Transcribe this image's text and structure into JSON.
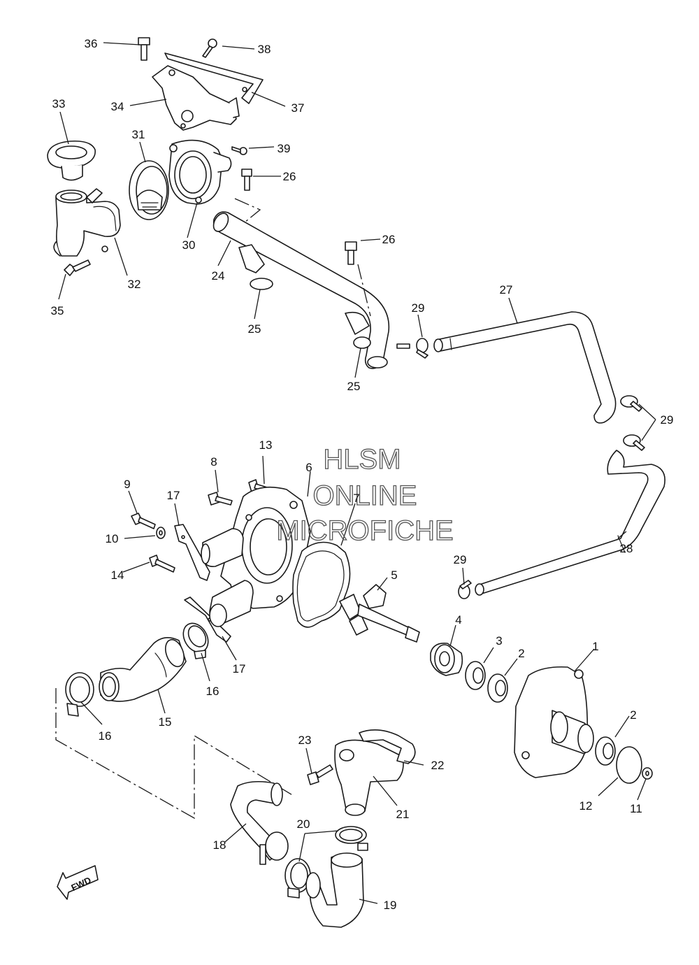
{
  "watermark": {
    "line1": "HLSM",
    "line2": "ONLINE",
    "line3": "MICROFICHE"
  },
  "direction_marker": "FWD",
  "callouts": {
    "c1": "1",
    "c2a": "2",
    "c2b": "2",
    "c3": "3",
    "c4": "4",
    "c5": "5",
    "c6": "6",
    "c7": "7",
    "c8": "8",
    "c9": "9",
    "c10": "10",
    "c11": "11",
    "c12": "12",
    "c13": "13",
    "c14": "14",
    "c15": "15",
    "c16a": "16",
    "c16b": "16",
    "c17a": "17",
    "c17b": "17",
    "c18": "18",
    "c19": "19",
    "c20": "20",
    "c21": "21",
    "c22": "22",
    "c23": "23",
    "c24": "24",
    "c25a": "25",
    "c25b": "25",
    "c26a": "26",
    "c26b": "26",
    "c27": "27",
    "c28": "28",
    "c29a": "29",
    "c29b": "29",
    "c29c": "29",
    "c30": "30",
    "c31": "31",
    "c32": "32",
    "c33": "33",
    "c34": "34",
    "c35": "35",
    "c36": "36",
    "c37": "37",
    "c38": "38",
    "c39": "39"
  }
}
